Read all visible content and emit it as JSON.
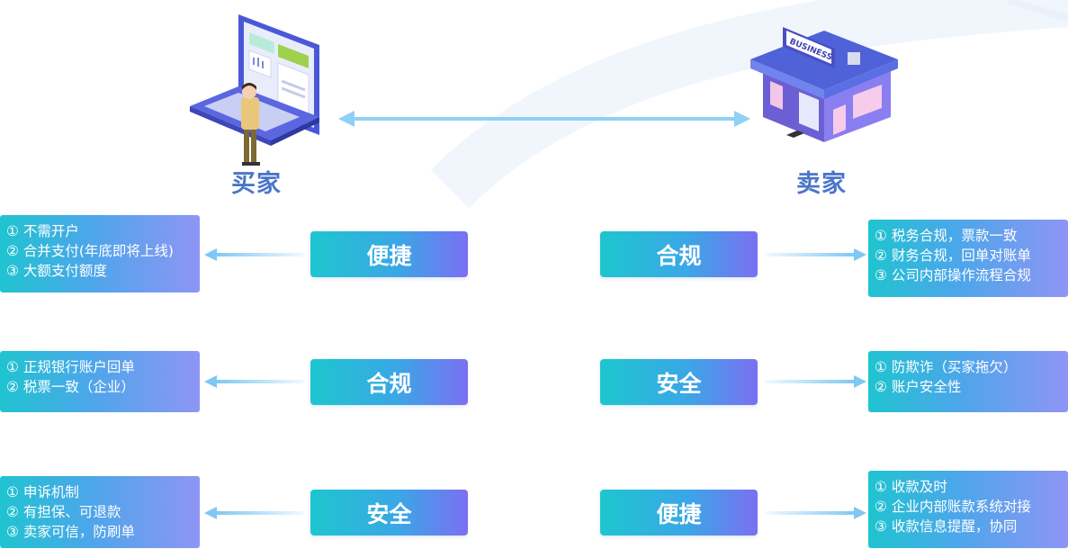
{
  "buyer": {
    "label": "买家",
    "features": [
      {
        "badge": "便捷",
        "lines": [
          "① 不需开户",
          "② 合并支付(年底即将上线)",
          "③ 大额支付额度"
        ]
      },
      {
        "badge": "合规",
        "lines": [
          "① 正规银行账户回单",
          "② 税票一致（企业）"
        ]
      },
      {
        "badge": "安全",
        "lines": [
          "① 申诉机制",
          "② 有担保、可退款",
          "③ 卖家可信，防刷单"
        ]
      }
    ]
  },
  "seller": {
    "label": "卖家",
    "sign": "BUSINESS",
    "features": [
      {
        "badge": "合规",
        "lines": [
          "① 税务合规，票款一致",
          "② 财务合规，回单对账单",
          "③ 公司内部操作流程合规"
        ]
      },
      {
        "badge": "安全",
        "lines": [
          "① 防欺诈（买家拖欠）",
          "② 账户安全性"
        ]
      },
      {
        "badge": "便捷",
        "lines": [
          "① 收款及时",
          "② 企业内部账款系统对接",
          "③ 收款信息提醒，协同"
        ]
      }
    ]
  },
  "colors": {
    "label": "#4a76c9",
    "badge_start": "#1dc6cf",
    "badge_end": "#7b6ff2",
    "arrow": "#8fd0f5"
  }
}
